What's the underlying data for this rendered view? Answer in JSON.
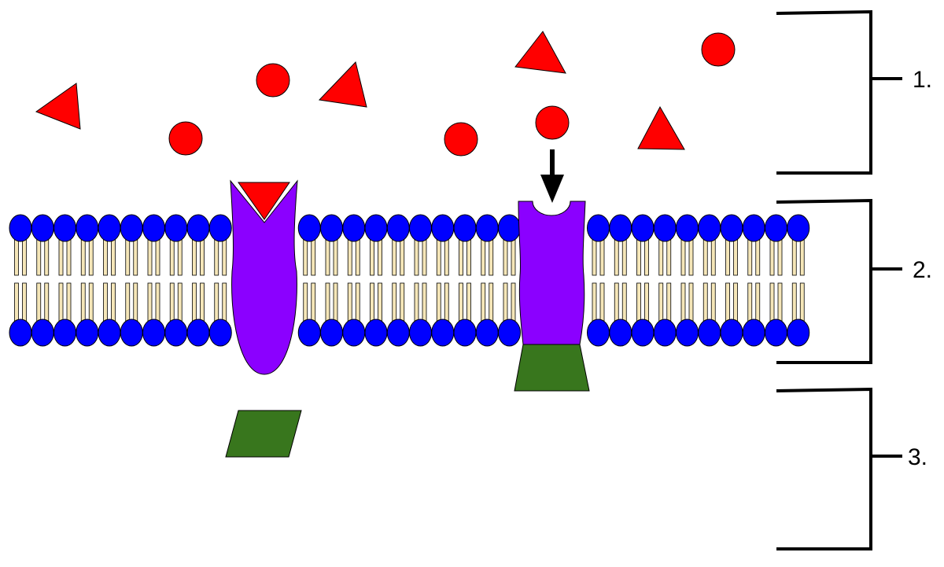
{
  "labels": {
    "region_1": "1.",
    "region_2": "2.",
    "region_3": "3."
  },
  "colors": {
    "ligand": "#ff0000",
    "receptor": "#8b00ff",
    "phospholipid_head": "#0000ff",
    "phospholipid_tail": "#f5e6b8",
    "intracellular_protein": "#38761d",
    "outline": "#000000",
    "background": "#ffffff"
  }
}
